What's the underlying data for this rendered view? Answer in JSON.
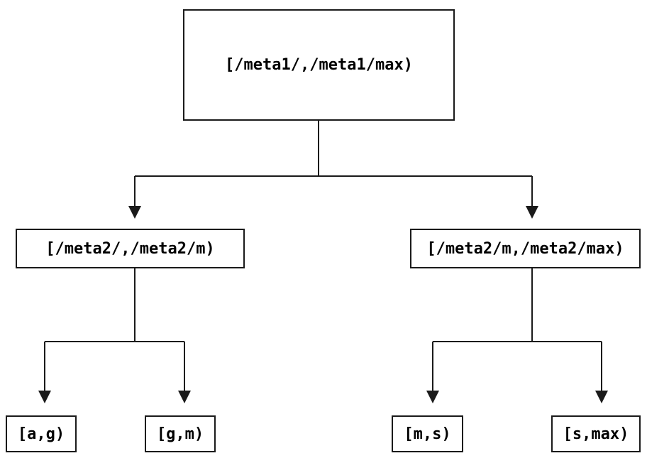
{
  "diagram": {
    "type": "tree",
    "colors": {
      "line": "#1a1a1a",
      "text": "#000000",
      "background": "#ffffff"
    },
    "nodes": {
      "root": {
        "label": "[/meta1/,/meta1/max)"
      },
      "meta2_left": {
        "label": "[/meta2/,/meta2/m)"
      },
      "meta2_right": {
        "label": "[/meta2/m,/meta2/max)"
      },
      "leaf_ag": {
        "label": "[a,g)"
      },
      "leaf_gm": {
        "label": "[g,m)"
      },
      "leaf_ms": {
        "label": "[m,s)"
      },
      "leaf_smax": {
        "label": "[s,max)"
      }
    },
    "edges": [
      {
        "from": "root",
        "to": "meta2_left"
      },
      {
        "from": "root",
        "to": "meta2_right"
      },
      {
        "from": "meta2_left",
        "to": "leaf_ag"
      },
      {
        "from": "meta2_left",
        "to": "leaf_gm"
      },
      {
        "from": "meta2_right",
        "to": "leaf_ms"
      },
      {
        "from": "meta2_right",
        "to": "leaf_smax"
      }
    ]
  }
}
